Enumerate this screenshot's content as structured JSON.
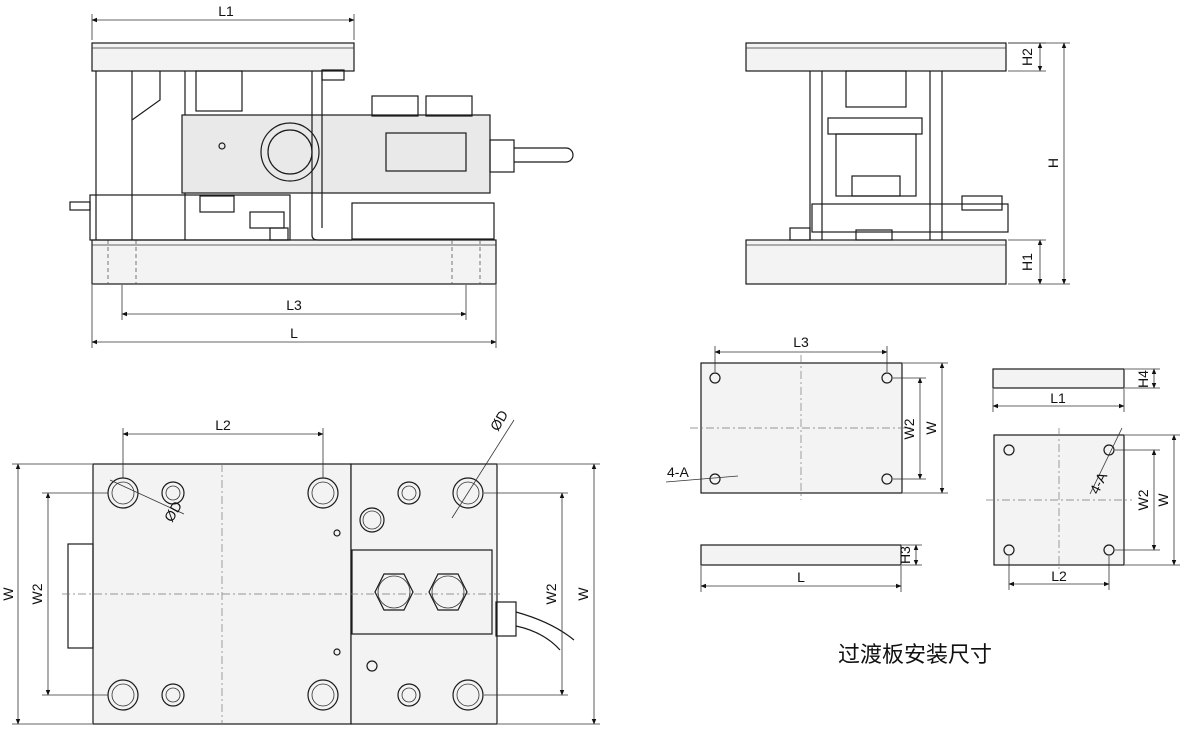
{
  "title": "过渡板安装尺寸",
  "labels": {
    "L": "L",
    "L1": "L1",
    "L2": "L2",
    "L3": "L3",
    "W": "W",
    "W2": "W2",
    "H": "H",
    "H1": "H1",
    "H2": "H2",
    "H3": "H3",
    "H4": "H4",
    "D": "ØD",
    "holes": "4-A"
  }
}
